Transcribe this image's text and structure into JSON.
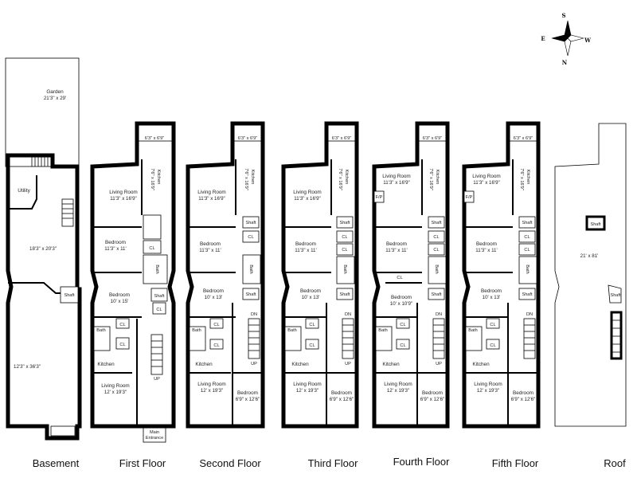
{
  "compass": {
    "n": "N",
    "s": "S",
    "e": "E",
    "w": "W"
  },
  "floor_labels": {
    "basement": "Basement",
    "first": "First Floor",
    "second": "Second Floor",
    "third": "Third Floor",
    "fourth": "Fourth Floor",
    "fifth": "Fifth Floor",
    "roof": "Roof"
  },
  "basement": {
    "garden": "Garden",
    "garden_dim": "21'3\" x 29'",
    "utility": "Utility",
    "mid_dim": "18'3\" x 20'3\"",
    "front_dim": "12'3\" x 36'3\"",
    "shaft": "Shaft"
  },
  "first": {
    "bay_dim": "6'3\" x 6'9\"",
    "living": "Living Room",
    "living_dim": "11'3\" x 16'9\"",
    "kitchen_rear": "Kitchen",
    "kitchen_rear_dim": "7'6\" x 16'9\"",
    "bedroom1": "Bedroom",
    "bedroom1_dim": "11'3\" x 11'",
    "bedroom2": "Bedroom",
    "bedroom2_dim": "10' x 15'",
    "bath": "Bath",
    "cl": "CL",
    "shaft": "Shaft",
    "kitchen": "Kitchen",
    "living2": "Living Room",
    "living2_dim": "12' x 19'3\"",
    "main": "Main",
    "entrance": "Entrance",
    "up": "UP"
  },
  "second": {
    "bay_dim": "6'3\" x 6'9\"",
    "living": "Living Room",
    "living_dim": "11'3\" x 16'9\"",
    "kitchen_rear": "Kitchen",
    "kitchen_rear_dim": "7'6\" x 16'9\"",
    "shaft": "Shaft",
    "cl": "CL",
    "bedroom1": "Bedroom",
    "bedroom1_dim": "11'3\" x 11'",
    "bath": "Bath",
    "bedroom2": "Bedroom",
    "bedroom2_dim": "10' x 13'",
    "kitchen": "Kitchen",
    "living2": "Living Room",
    "living2_dim": "12' x 19'3\"",
    "bedroom3": "Bedroom",
    "bedroom3_dim": "6'9\" x 12'6\"",
    "dn": "DN",
    "up": "UP"
  },
  "third": {
    "bay_dim": "6'3\" x 6'9\"",
    "living": "Living Room",
    "living_dim": "11'3\" x 16'9\"",
    "kitchen_rear": "Kitchen",
    "kitchen_rear_dim": "7'6\" x 16'9\"",
    "shaft": "Shaft",
    "cl": "CL",
    "bedroom1": "Bedroom",
    "bedroom1_dim": "11'3\" x 11'",
    "bath": "Bath",
    "bedroom2": "Bedroom",
    "bedroom2_dim": "10' x 13'",
    "kitchen": "Kitchen",
    "living2": "Living Room",
    "living2_dim": "12' x 19'3\"",
    "bedroom3": "Bedroom",
    "bedroom3_dim": "6'9\" x 12'6\"",
    "dn": "DN",
    "up": "UP"
  },
  "fourth": {
    "bay_dim": "6'3\" x 6'9\"",
    "living": "Living Room",
    "living_dim": "11'3\" x 16'9\"",
    "fp": "F/P",
    "kitchen_rear": "Kitchen",
    "kitchen_rear_dim": "7'6\" x 16'9\"",
    "shaft": "Shaft",
    "cl": "CL",
    "bedroom1": "Bedroom",
    "bedroom1_dim": "11'3\" x 11'",
    "bath": "Bath",
    "bedroom2": "Bedroom",
    "bedroom2_dim": "10' x 10'9\"",
    "kitchen": "Kitchen",
    "living2": "Living Room",
    "living2_dim": "12' x 19'3\"",
    "bedroom3": "Bedroom",
    "bedroom3_dim": "6'9\" x 12'6\"",
    "dn": "DN",
    "up": "UP"
  },
  "fifth": {
    "bay_dim": "6'3\" x 6'9\"",
    "living": "Living Room",
    "living_dim": "11'3\" x 16'9\"",
    "fp": "F/P",
    "kitchen_rear": "Kitchen",
    "kitchen_rear_dim": "7'6\" x 16'9\"",
    "shaft": "Shaft",
    "cl": "CL",
    "bedroom1": "Bedroom",
    "bedroom1_dim": "11'3\" x 11'",
    "bath": "Bath",
    "bedroom2": "Bedroom",
    "bedroom2_dim": "10' x 13'",
    "kitchen": "Kitchen",
    "living2": "Living Room",
    "living2_dim": "12' x 19'3\"",
    "bedroom3": "Bedroom",
    "bedroom3_dim": "6'9\" x 12'6\"",
    "dn": "DN"
  },
  "roof": {
    "shaft": "Shaft",
    "dim": "21' x 81'"
  }
}
